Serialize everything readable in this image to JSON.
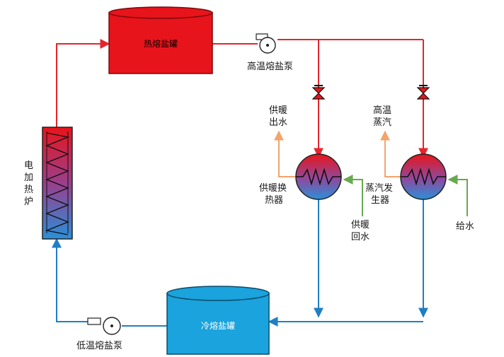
{
  "hot_tank": {
    "label": "热熔盐罐",
    "text_color": "#000000",
    "fill": "#e8141b"
  },
  "cold_tank": {
    "label": "冷熔盐罐",
    "text_color": "#ffffff",
    "fill": "#1aa3dc"
  },
  "high_temp_pump": {
    "label": "高温熔盐泵"
  },
  "low_temp_pump": {
    "label": "低温熔盐泵"
  },
  "electric_heater": {
    "label_lines": [
      "电",
      "加",
      "热",
      "炉"
    ]
  },
  "heating_exchanger": {
    "label_lines": [
      "供暖换",
      "热器"
    ],
    "out_lines": [
      "供暖",
      "出水"
    ],
    "return_lines": [
      "供暖",
      "回水"
    ]
  },
  "steam_generator": {
    "label_lines": [
      "蒸汽发",
      "生器"
    ],
    "out_lines": [
      "高温",
      "蒸汽"
    ],
    "feed_label": "给水"
  },
  "colors": {
    "hot_line": "#e3262e",
    "cold_line": "#1f7fc4",
    "hot_water": "#f2a46b",
    "return_water": "#6aa84f"
  }
}
